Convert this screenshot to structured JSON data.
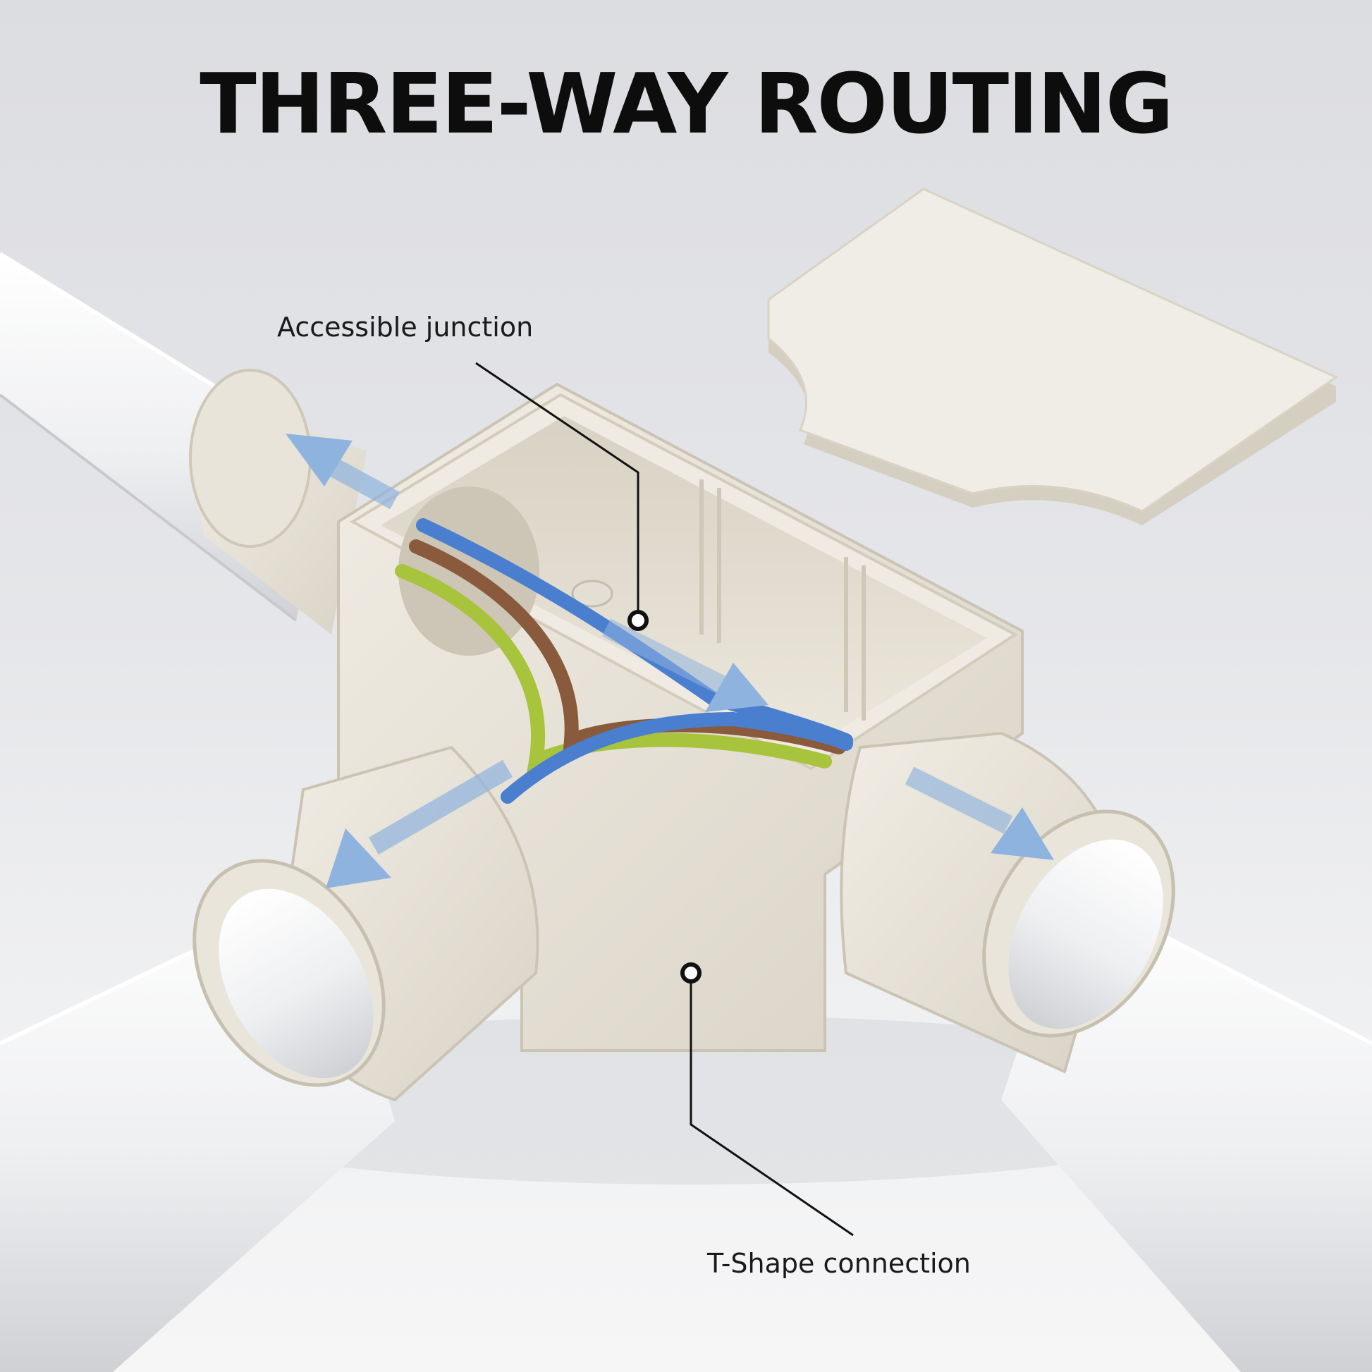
{
  "headline": "THREE-WAY ROUTING",
  "callouts": {
    "accessible_junction": "Accessible junction",
    "t_shape_connection": "T-Shape connection"
  },
  "colors": {
    "conduit": "#f1f1f2",
    "fitting": "#e8e3d8",
    "arrow": "#8fb3df",
    "wire_blue": "#4a7fd0",
    "wire_brown": "#8a5a3c",
    "wire_green_yellow": "#9fbf3a",
    "leader_line": "#111111"
  }
}
